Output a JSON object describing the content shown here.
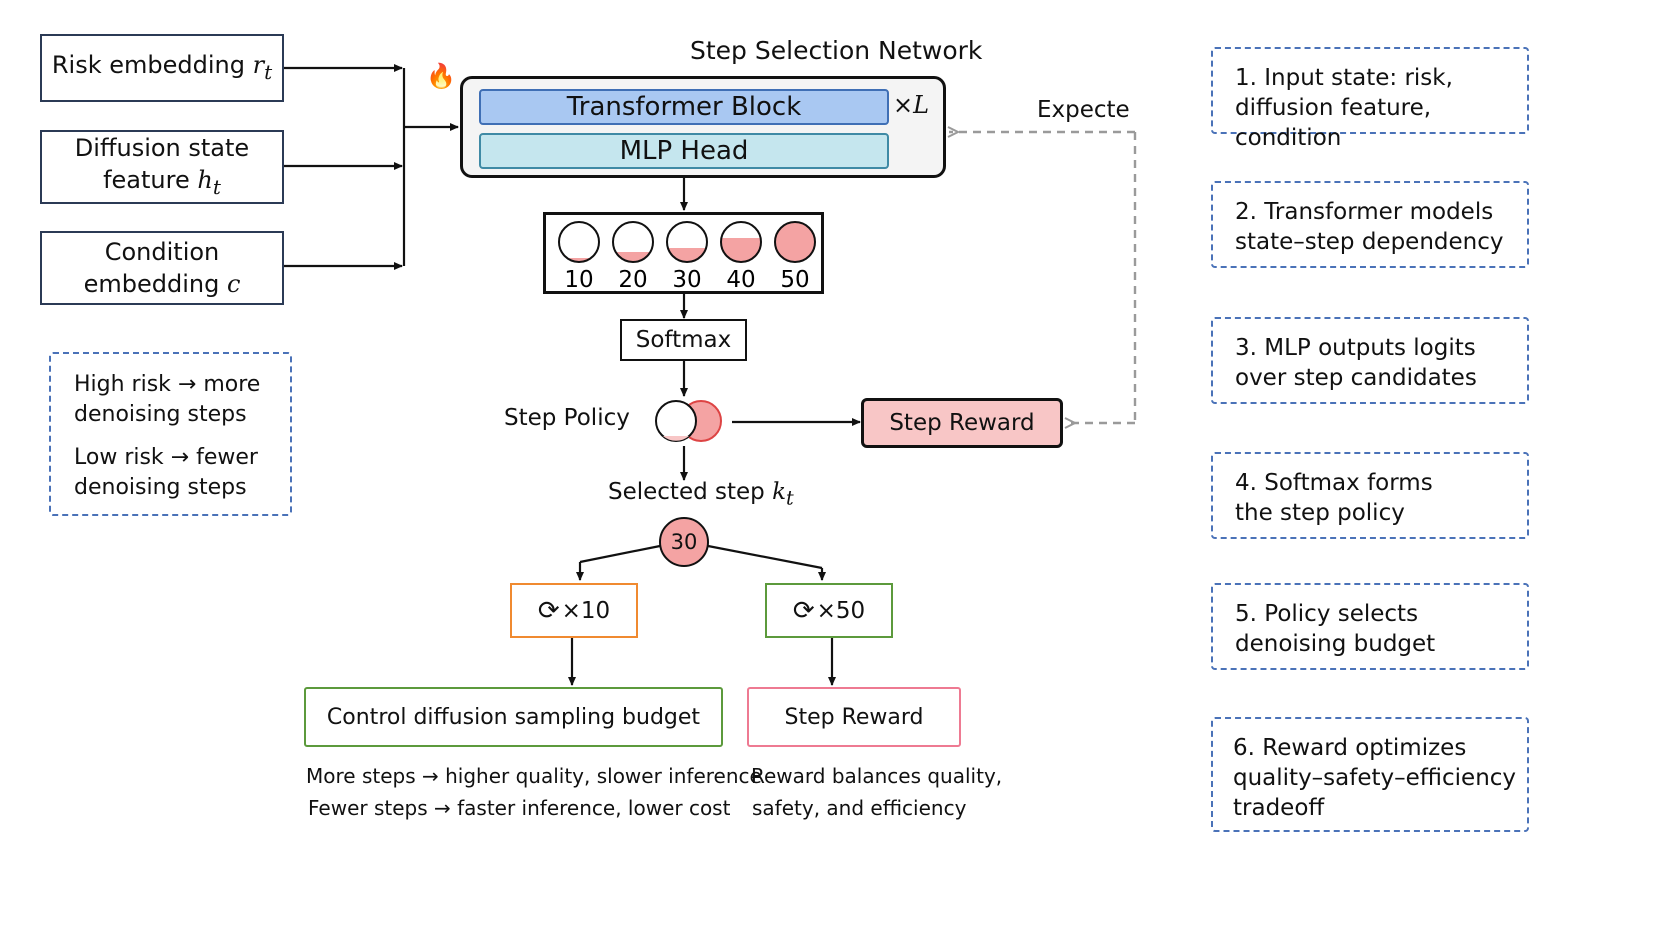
{
  "inputs": [
    {
      "label": "Risk embedding",
      "symbol": "r",
      "subscript": "t"
    },
    {
      "label": "Diffusion state",
      "label2": "feature",
      "symbol": "h",
      "subscript": "t"
    },
    {
      "label": "Condition",
      "label2": "embedding",
      "symbol": "c"
    }
  ],
  "trainable_icon": "fire-icon",
  "network": {
    "title": "Step Selection Network",
    "transformer_label": "Transformer Block",
    "repeat_label": "×",
    "repeat_symbol": "L",
    "mlp_label": "MLP Head"
  },
  "candidates": [
    {
      "label": "10",
      "fill": 0.1
    },
    {
      "label": "20",
      "fill": 0.25
    },
    {
      "label": "30",
      "fill": 0.35
    },
    {
      "label": "40",
      "fill": 0.6
    },
    {
      "label": "50",
      "fill": 1.0
    }
  ],
  "softmax_label": "Softmax",
  "policy_label": "Step Policy",
  "reward_box_label": "Step Reward",
  "expected_label": "Expecte",
  "selected_label": "Selected step",
  "selected_symbol": "k",
  "selected_subscript": "t",
  "selected_value": "30",
  "branches": [
    {
      "label": "×10",
      "icon": "refresh-icon",
      "color": "#f08a30"
    },
    {
      "label": "×50",
      "icon": "refresh-icon",
      "color": "#5c9a3c"
    }
  ],
  "outputs": {
    "control_label": "Control diffusion sampling budget",
    "reward_label": "Step Reward",
    "control_caption": [
      "More steps → higher quality, slower inference",
      "Fewer steps → faster inference, lower cost"
    ],
    "reward_caption": [
      "Reward balances quality,",
      "safety, and efficiency"
    ]
  },
  "risk_note": {
    "high": "High risk → more\ndenoising steps",
    "low": "Low risk → fewer\ndenoising steps"
  },
  "steps": [
    {
      "number": "1.",
      "text": "Input state: risk,\ndiffusion feature, condition"
    },
    {
      "number": "2.",
      "text": "Transformer models\nstate–step dependency"
    },
    {
      "number": "3.",
      "text": "MLP outputs logits\nover step candidates"
    },
    {
      "number": "4.",
      "text": "Softmax forms\nthe step policy"
    },
    {
      "number": "5.",
      "text": "Policy selects\ndenoising budget"
    },
    {
      "number": "6.",
      "text": "Reward optimizes\nquality–safety–efficiency\ntradeoff"
    }
  ],
  "colors": {
    "transformer_fill": "#a9c8f2",
    "mlp_fill": "#c5e6ee",
    "reward_fill": "#f8c6c6",
    "candidate_fill": "#f4a3a3",
    "dash_blue": "#4a72b8",
    "orange": "#f08a30",
    "green": "#5c9a3c",
    "pink": "#ee7a92"
  }
}
